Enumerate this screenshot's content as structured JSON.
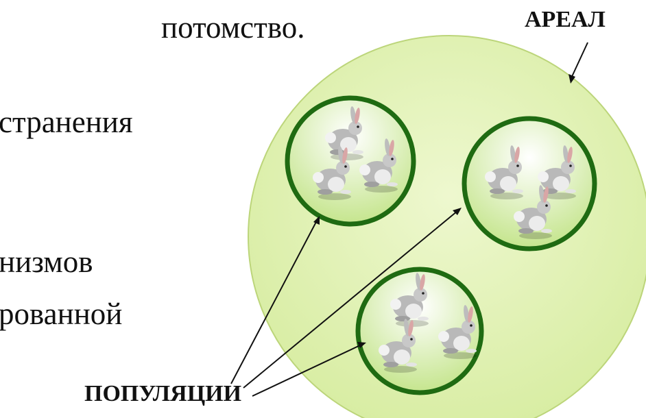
{
  "slide_text": {
    "line1": "потомство.",
    "line2": "странения",
    "line3": "низмов",
    "line4": "рованной"
  },
  "labels": {
    "areal": "АРЕАЛ",
    "populations": "ПОПУЛЯЦИИ"
  },
  "colors": {
    "areal_fill": "#dff0b4",
    "areal_stroke": "#bcd57a",
    "population_ring": "#1f6b12",
    "arrow": "#111111"
  },
  "populations": [
    {
      "name": "population-1",
      "rabbits": 3
    },
    {
      "name": "population-2",
      "rabbits": 3
    },
    {
      "name": "population-3",
      "rabbits": 3
    }
  ]
}
